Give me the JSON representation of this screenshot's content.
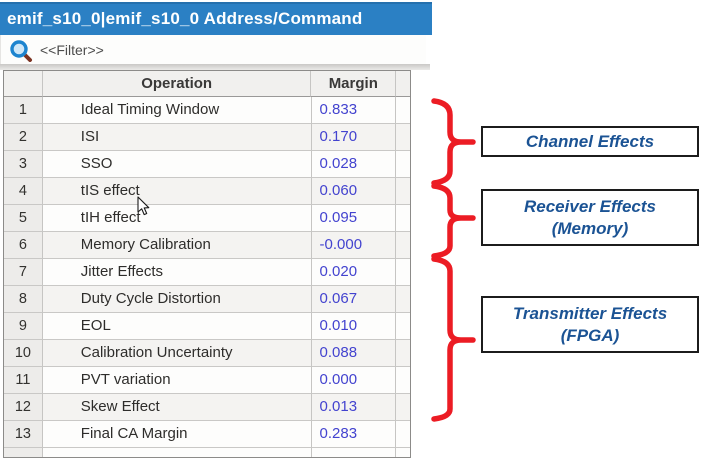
{
  "window": {
    "title": "emif_s10_0|emif_s10_0 Address/Command"
  },
  "filter": {
    "icon": "magnifier",
    "placeholder": "<<Filter>>"
  },
  "table": {
    "columns": {
      "operation": "Operation",
      "margin": "Margin"
    },
    "rows": [
      {
        "num": "1",
        "operation": "Ideal Timing Window",
        "margin": "0.833"
      },
      {
        "num": "2",
        "operation": "ISI",
        "margin": "0.170"
      },
      {
        "num": "3",
        "operation": "SSO",
        "margin": "0.028"
      },
      {
        "num": "4",
        "operation": "tIS effect",
        "margin": "0.060"
      },
      {
        "num": "5",
        "operation": "tIH effect",
        "margin": "0.095"
      },
      {
        "num": "6",
        "operation": "Memory Calibration",
        "margin": "-0.000"
      },
      {
        "num": "7",
        "operation": "Jitter Effects",
        "margin": "0.020"
      },
      {
        "num": "8",
        "operation": "Duty Cycle Distortion",
        "margin": "0.067"
      },
      {
        "num": "9",
        "operation": "EOL",
        "margin": "0.010"
      },
      {
        "num": "10",
        "operation": "Calibration Uncertainty",
        "margin": "0.088"
      },
      {
        "num": "11",
        "operation": "PVT variation",
        "margin": "0.000"
      },
      {
        "num": "12",
        "operation": "Skew Effect",
        "margin": "0.013"
      },
      {
        "num": "13",
        "operation": "Final CA Margin",
        "margin": "0.283"
      }
    ]
  },
  "annotations": {
    "groups": [
      {
        "line1": "Channel Effects",
        "line2": "",
        "rows_start": 1,
        "rows_end": 3
      },
      {
        "line1": "Receiver Effects",
        "line2": "(Memory)",
        "rows_start": 4,
        "rows_end": 6
      },
      {
        "line1": "Transmitter Effects",
        "line2": "(FPGA)",
        "rows_start": 7,
        "rows_end": 12
      }
    ]
  },
  "colors": {
    "titlebar_blue": "#2b80c4",
    "margin_value_blue": "#4343cf",
    "label_text_blue": "#1b5394",
    "brace_red": "#ec1c24"
  }
}
